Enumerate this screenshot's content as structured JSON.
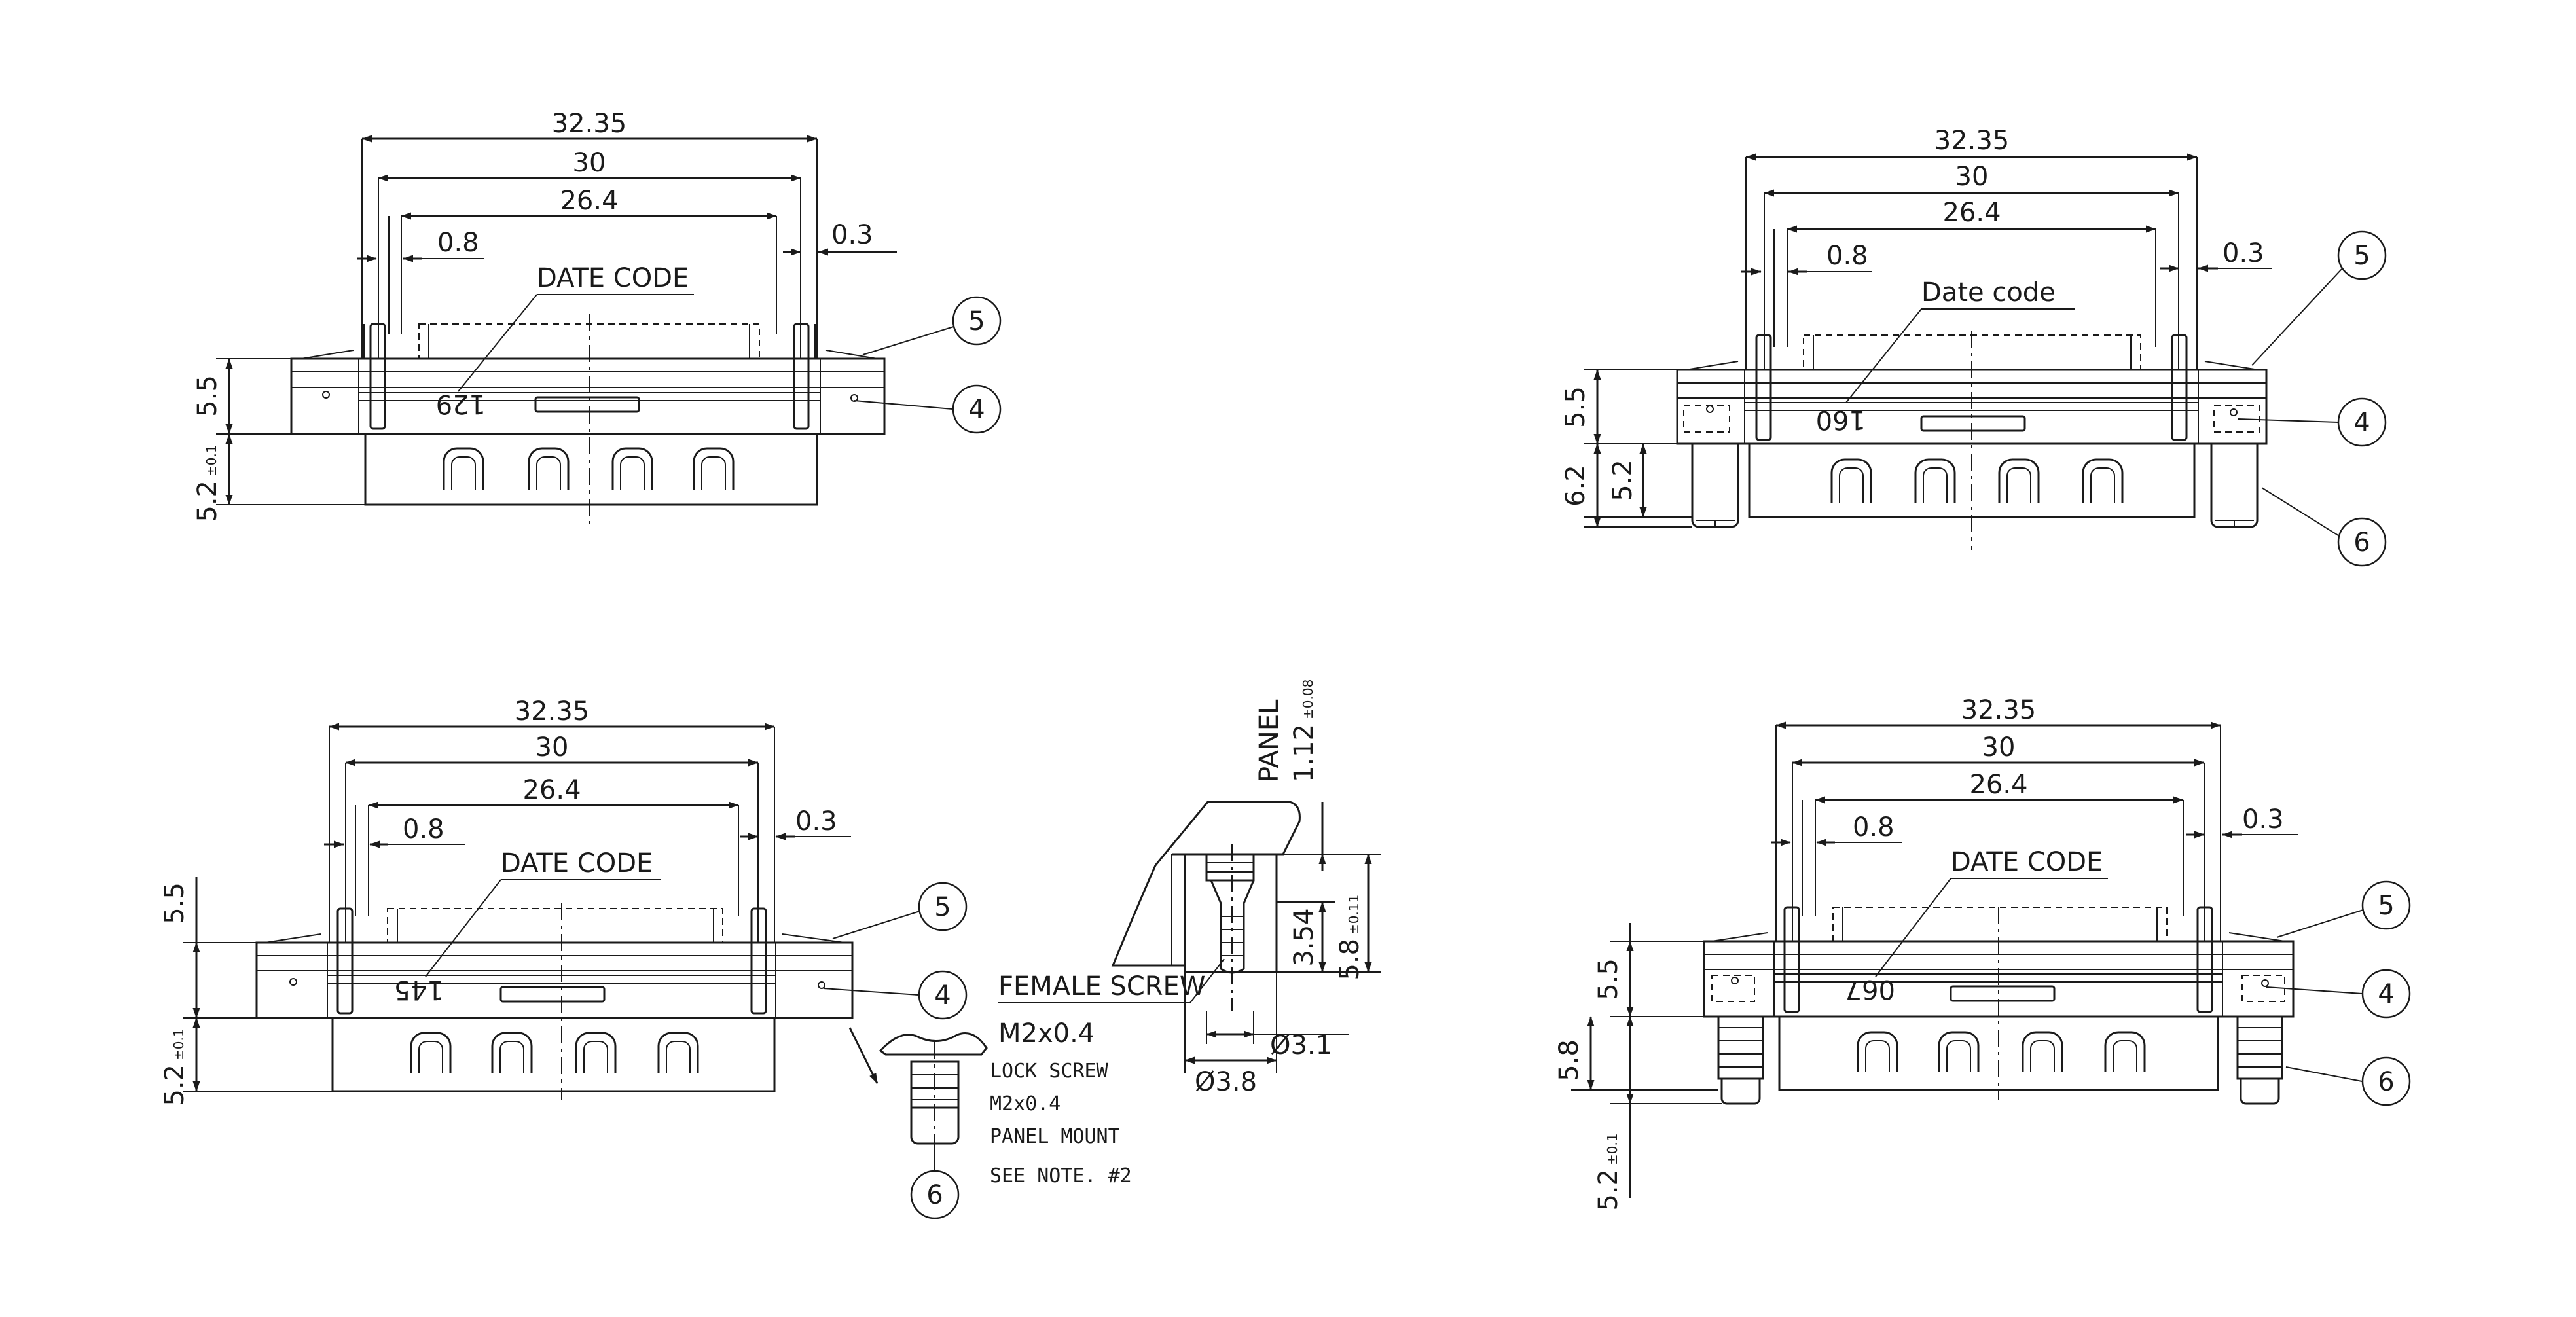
{
  "dimensions": {
    "overall_width": "32.35",
    "flange_width": "30",
    "pitch_span": "26.4",
    "pin_offset": "0.8",
    "edge_gap": "0.3",
    "flange_height": "5.5",
    "body_height": "5.2",
    "tolerance_01": "±0.1",
    "standoff_height": "6.2",
    "post_height": "5.8"
  },
  "views": {
    "top_left": {
      "date_code_label": "DATE CODE",
      "date_code_value": "129"
    },
    "top_right": {
      "date_code_label": "Date code",
      "date_code_value": "160"
    },
    "bottom_left": {
      "date_code_label": "DATE CODE",
      "date_code_value": "145"
    },
    "bottom_right": {
      "date_code_label": "DATE CODE",
      "date_code_value": "067"
    }
  },
  "balloons": {
    "b4": "4",
    "b5": "5",
    "b6": "6"
  },
  "panel_detail": {
    "panel_label": "PANEL",
    "panel_thickness": "1.12",
    "panel_tol": "±0.08",
    "female_screw": "FEMALE SCREW",
    "thread": "M2x0.4",
    "dim_354": "3.54",
    "dim_58": "5.8",
    "dim_58_tol": "±0.11",
    "dia_31": "Ø3.1",
    "dia_38": "Ø3.8"
  },
  "lock_screw_note": {
    "line1": "LOCK SCREW",
    "line2": "M2x0.4",
    "line3": "PANEL MOUNT",
    "line4": "SEE NOTE. #2"
  }
}
